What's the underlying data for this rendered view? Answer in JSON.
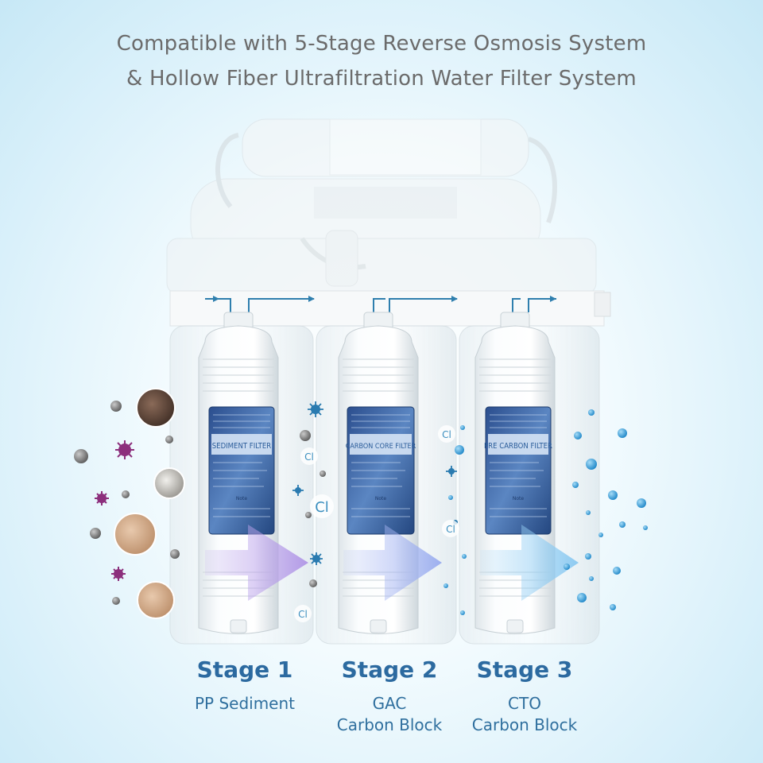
{
  "header": {
    "line1": "Compatible with 5-Stage Reverse Osmosis System",
    "line2": "& Hollow Fiber Ultrafiltration Water Filter System"
  },
  "filters": [
    {
      "label": "SEDIMENT FILTER",
      "note": "Note"
    },
    {
      "label": "CARBON CORE FILTER",
      "note": "Note"
    },
    {
      "label": "PRE CARBON FILTER",
      "note": "Note"
    }
  ],
  "stages": [
    {
      "title": "Stage 1",
      "line1": "PP Sediment",
      "line2": ""
    },
    {
      "title": "Stage 2",
      "line1": "GAC",
      "line2": "Carbon Block"
    },
    {
      "title": "Stage 3",
      "line1": "CTO",
      "line2": "Carbon Block"
    }
  ],
  "chlorine_symbol": "Cl",
  "colors": {
    "title_gray": "#6b6b6b",
    "stage_blue": "#2c6aa0",
    "label_blue": "#2b5d9a",
    "arrow_purple": "#b79be6",
    "arrow_blue": "#8fc9f1",
    "water_drop": "#3aa0d6"
  }
}
